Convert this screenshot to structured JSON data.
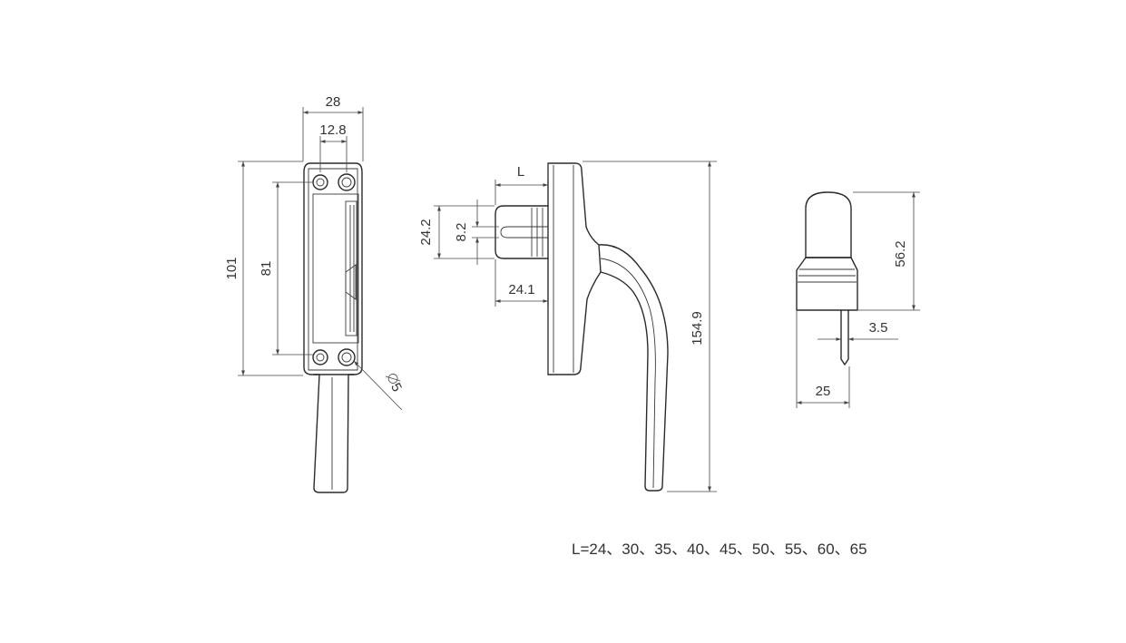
{
  "front_view": {
    "width_28": "28",
    "hole_spacing_12_8": "12.8",
    "height_101": "101",
    "hole_distance_81": "81",
    "hole_diameter_5": "5"
  },
  "side_view": {
    "spindle_length": "L",
    "spindle_height_24_2": "24.2",
    "slot_width_8_2": "8.2",
    "spindle_width_24_1": "24.1",
    "total_length_154_9": "154.9"
  },
  "end_view": {
    "height_56_2": "56.2",
    "spindle_thickness_3_5": "3.5",
    "base_width_25": "25"
  },
  "note": "L=24、30、35、40、45、50、55、60、65"
}
